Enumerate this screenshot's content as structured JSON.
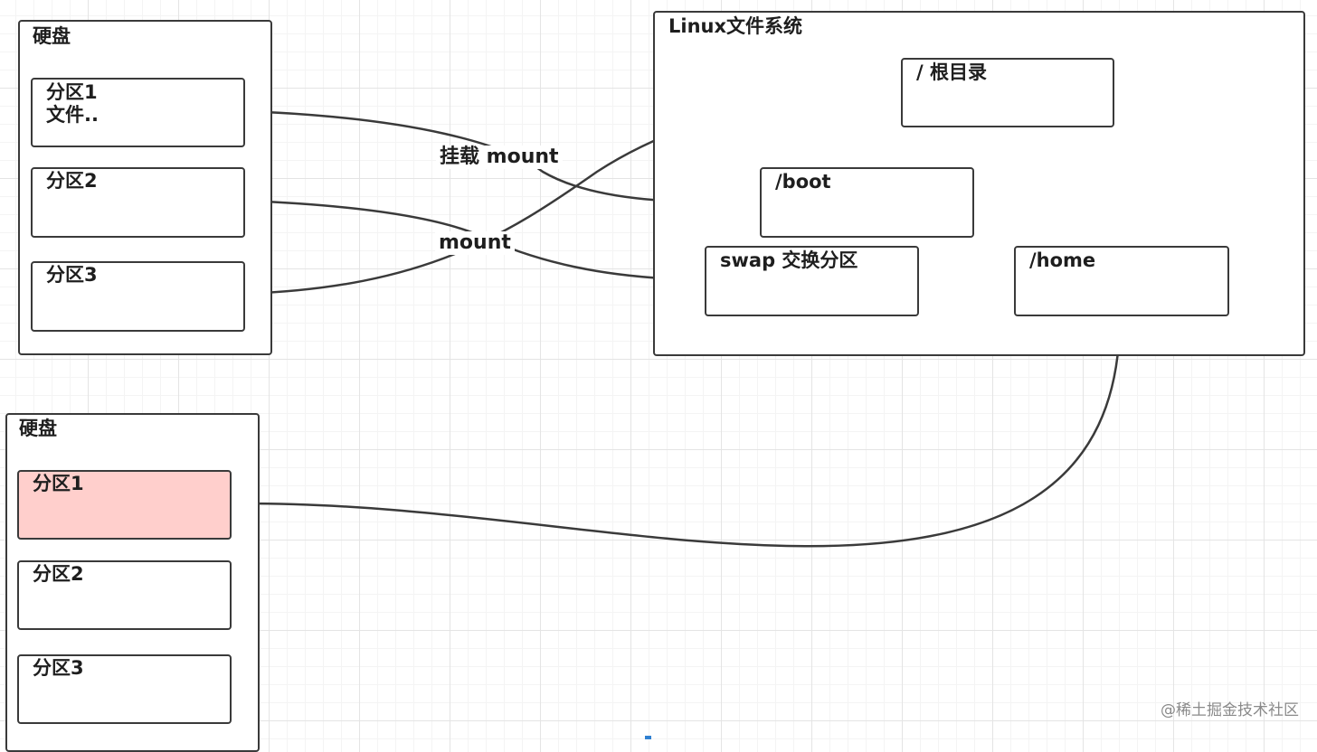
{
  "disk_top": {
    "title": "硬盘",
    "partitions": [
      {
        "label": "分区1\n文件.."
      },
      {
        "label": "分区2"
      },
      {
        "label": "分区3"
      }
    ]
  },
  "disk_bottom": {
    "title": "硬盘",
    "partitions": [
      {
        "label": "分区1",
        "highlight_color": "#ffcfcc"
      },
      {
        "label": "分区2"
      },
      {
        "label": "分区3"
      }
    ]
  },
  "linux_fs": {
    "title": "Linux文件系统",
    "root": "/ 根目录",
    "boot": "/boot",
    "swap": "swap 交换分区",
    "home": "/home"
  },
  "connector_labels": {
    "mount_1": "挂载 mount",
    "mount_2": "mount"
  },
  "watermark": "@稀土掘金技术社区",
  "colors": {
    "stroke": "#3a3a3a",
    "highlight": "#ffcfcc"
  }
}
